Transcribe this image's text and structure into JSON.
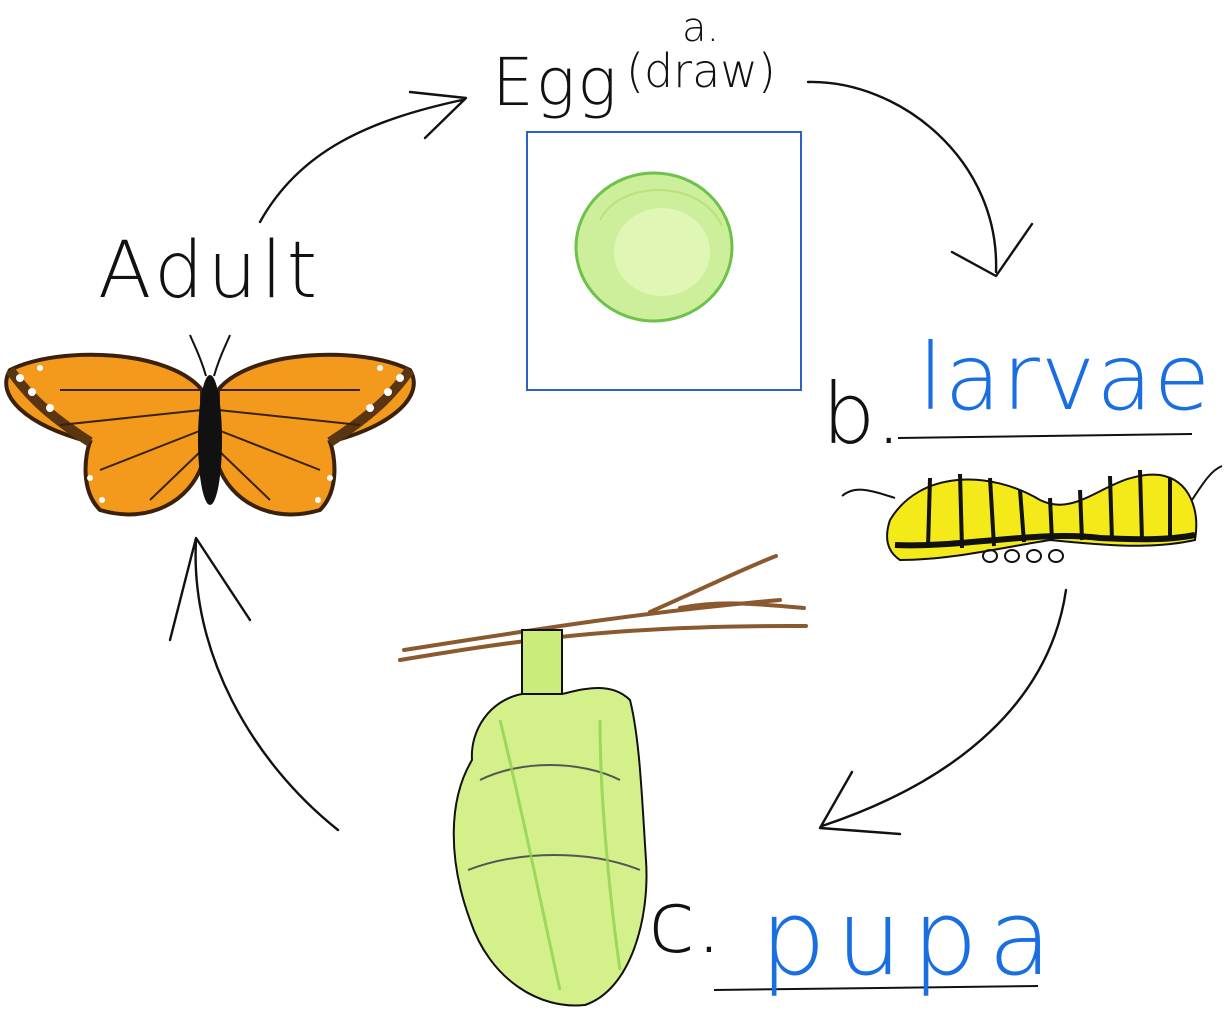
{
  "stages": {
    "egg": {
      "label": "Egg",
      "prompt_marker": "a.",
      "prompt_text": "draw"
    },
    "larva": {
      "marker": "b.",
      "answer": "larvae"
    },
    "pupa": {
      "marker": "c.",
      "answer": "pupa"
    },
    "adult": {
      "label": "Adult"
    }
  },
  "colors": {
    "ink": "#111111",
    "answer_ink": "#1a6fe0",
    "egg_box": "#2b62c4",
    "egg_fill": "#cdee9a",
    "egg_outline": "#6cc24a",
    "wing_orange": "#f39a1c",
    "wing_border": "#5a3512",
    "caterpillar_yellow": "#f4ea1a",
    "chrysalis_fill": "#d4f08a",
    "twig": "#8a5a2e"
  },
  "icons": [
    "butterfly-icon",
    "caterpillar-icon",
    "chrysalis-icon",
    "egg-icon",
    "twig-icon"
  ]
}
